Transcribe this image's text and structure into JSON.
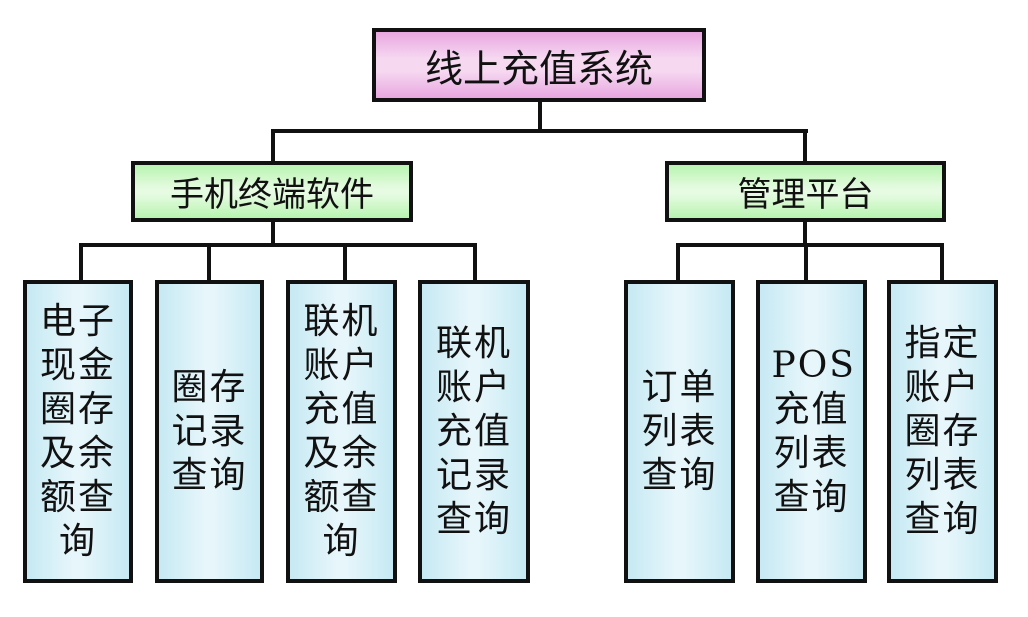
{
  "root": {
    "label": "线上充值系统",
    "color": "#f0c8ea"
  },
  "branches": [
    {
      "label": "手机终端软件",
      "color": "#d6f8d0",
      "children": [
        {
          "label": "电子现金圈存及余额查询"
        },
        {
          "label": "圈存记录查询"
        },
        {
          "label": "联机账户充值及余额查询"
        },
        {
          "label": "联机账户充值记录查询"
        }
      ]
    },
    {
      "label": "管理平台",
      "color": "#d6f8d0",
      "children": [
        {
          "label": "订单列表查询"
        },
        {
          "label": "POS充值列表查询"
        },
        {
          "label": "指定账户圈存列表查询"
        }
      ]
    }
  ],
  "leaf_color": "#d8f0f8"
}
